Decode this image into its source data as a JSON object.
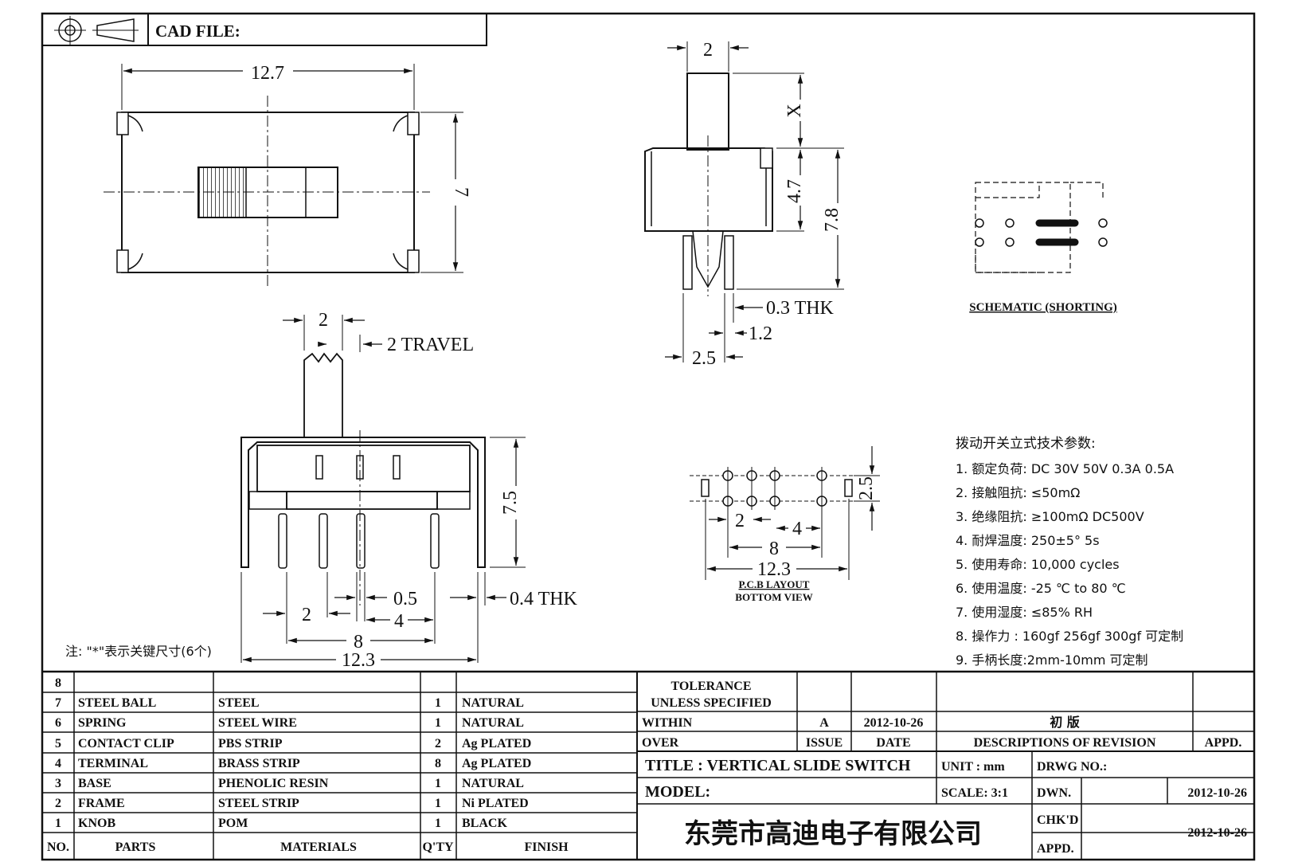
{
  "header": {
    "cad_file": "CAD FILE:"
  },
  "top_view": {
    "width": "12.7",
    "height": "7"
  },
  "side_view": {
    "stem_width": "2",
    "x_label": "X",
    "body_height": "4.7",
    "total_height": "7.8",
    "thickness": "0.3 THK",
    "pin_gap": "1.2",
    "pin_spacing": "2.5"
  },
  "schematic": {
    "label": "SCHEMATIC (SHORTING)"
  },
  "front_view": {
    "knob_width": "2",
    "travel": "2 TRAVEL",
    "height": "7.5",
    "pin_width": "0.5",
    "thickness": "0.4 THK",
    "pitch_2": "2",
    "pitch_4": "4",
    "span_8": "8",
    "total": "12.3"
  },
  "pcb": {
    "pitch_2": "2",
    "pitch_4": "4",
    "row_gap": "2.5",
    "span_8": "8",
    "total": "12.3",
    "label_1": "P.C.B LAYOUT",
    "label_2": "BOTTOM VIEW"
  },
  "spec": {
    "title": "拨动开关立式技术参数:",
    "items": [
      "1.  额定负荷: DC 30V    50V    0.3A    0.5A",
      "2.  接触阻抗: ≤50mΩ",
      "3.  绝缘阻抗: ≥100mΩ   DC500V",
      "4.  耐焊温度: 250±5°  5s",
      "5.  使用寿命: 10,000 cycles",
      "6.  使用温度: -25  ℃  to 80  ℃",
      "7.  使用湿度: ≤85% RH",
      "8.  操作力 : 160gf    256gf    300gf   可定制",
      "9.  手柄长度:2mm-10mm   可定制"
    ]
  },
  "note": "注: \"*\"表示关键尺寸(6个)",
  "bom": {
    "headers": [
      "NO.",
      "PARTS",
      "MATERIALS",
      "Q'TY",
      "FINISH"
    ],
    "rows": [
      [
        "8",
        "",
        "",
        "",
        ""
      ],
      [
        "7",
        "STEEL BALL",
        "STEEL",
        "1",
        "NATURAL"
      ],
      [
        "6",
        "SPRING",
        "STEEL WIRE",
        "1",
        "NATURAL"
      ],
      [
        "5",
        "CONTACT CLIP",
        "PBS STRIP",
        "2",
        "Ag PLATED"
      ],
      [
        "4",
        "TERMINAL",
        "BRASS STRIP",
        "8",
        "Ag PLATED"
      ],
      [
        "3",
        "BASE",
        "PHENOLIC RESIN",
        "1",
        "NATURAL"
      ],
      [
        "2",
        "FRAME",
        "STEEL STRIP",
        "1",
        "Ni PLATED"
      ],
      [
        "1",
        "KNOB",
        "POM",
        "1",
        "BLACK"
      ]
    ]
  },
  "title_block": {
    "tolerance": "TOLERANCE",
    "unless": "UNLESS   SPECIFIED",
    "within": "WITHIN",
    "over": "OVER",
    "rev_a": "A",
    "rev_date": "2012-10-26",
    "rev_desc": "初  版",
    "issue": "ISSUE",
    "date": "DATE",
    "desc_of_rev": "DESCRIPTIONS  OF  REVISION",
    "appd_col": "APPD.",
    "title": "TITLE :   VERTICAL  SLIDE  SWITCH",
    "unit": "UNIT :   mm",
    "drwg_no": "DRWG NO.:",
    "model": "MODEL:",
    "scale": "SCALE:   3:1",
    "dwn": "DWN.",
    "dwn_date": "2012-10-26",
    "company": "东莞市高迪电子有限公司",
    "chkd": "CHK'D",
    "chkd_date": "2012-10-26",
    "appd": "APPD."
  }
}
